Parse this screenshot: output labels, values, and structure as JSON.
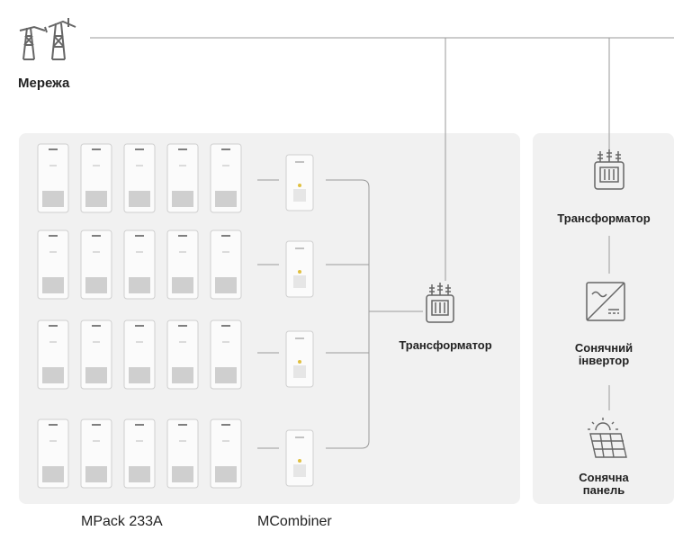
{
  "grid": {
    "label": "Мережа"
  },
  "transformer_center": {
    "label": "Трансформатор"
  },
  "pv_chain": {
    "transformer_label": "Трансформатор",
    "inverter_label_line1": "Сонячний",
    "inverter_label_line2": "інвертор",
    "panel_label_line1": "Сонячна",
    "panel_label_line2": "панель"
  },
  "bottom": {
    "mpack_label": "MPack 233A",
    "mcombiner_label": "MCombiner"
  },
  "colors": {
    "panel_bg": "#f1f1f1",
    "line": "#9a9a9a",
    "icon": "#6a6a6a"
  },
  "battery_rows": 4,
  "batteries_per_row": 5
}
